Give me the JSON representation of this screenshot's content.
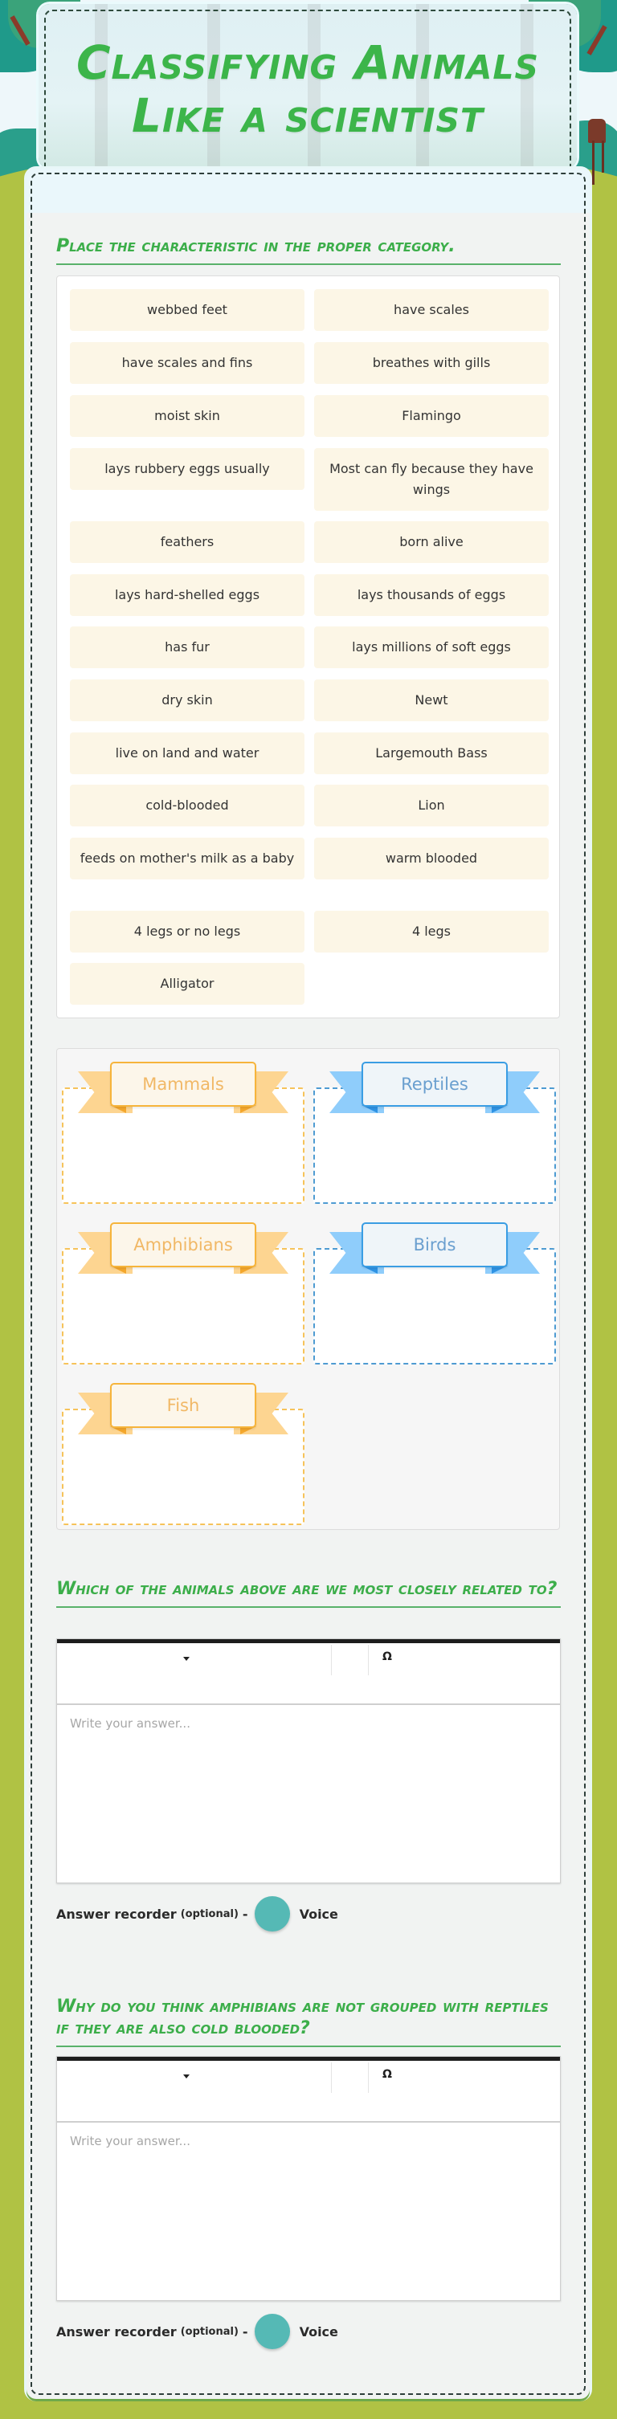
{
  "header": {
    "title_line1": "Classifying Animals",
    "title_line2": "Like a scientist"
  },
  "section_sort": {
    "heading": "Place the characteristic in the proper category.",
    "items": [
      {
        "label": "webbed feet"
      },
      {
        "label": "have scales"
      },
      {
        "label": "have scales and fins"
      },
      {
        "label": "breathes with gills"
      },
      {
        "label": "moist skin"
      },
      {
        "label": "Flamingo"
      },
      {
        "label": "lays rubbery eggs usually"
      },
      {
        "label": "Most can fly because they have wings"
      },
      {
        "label": "feathers"
      },
      {
        "label": "born alive"
      },
      {
        "label": "lays hard-shelled eggs"
      },
      {
        "label": "lays thousands of eggs"
      },
      {
        "label": "has fur"
      },
      {
        "label": "lays millions of soft eggs"
      },
      {
        "label": "dry skin"
      },
      {
        "label": "Newt"
      },
      {
        "label": "live on land and water"
      },
      {
        "label": "Largemouth Bass"
      },
      {
        "label": "cold-blooded"
      },
      {
        "label": "Lion"
      },
      {
        "label": "feeds on mother's milk as a baby"
      },
      {
        "label": "warm blooded"
      },
      {
        "label": "4 legs or no legs"
      },
      {
        "label": "4 legs"
      },
      {
        "label": "Alligator"
      }
    ],
    "categories": [
      {
        "label": "Mammals",
        "color": "orange"
      },
      {
        "label": "Reptiles",
        "color": "blue"
      },
      {
        "label": "Amphibians",
        "color": "orange"
      },
      {
        "label": "Birds",
        "color": "blue"
      },
      {
        "label": "Fish",
        "color": "orange"
      }
    ]
  },
  "questions": [
    {
      "heading": "Which of the animals above are we most closely related to?",
      "toolbar": {
        "dropdown_icon": "caret-down",
        "special_char_label": "Ω"
      },
      "answer_placeholder": "Write your answer...",
      "recorder": {
        "label": "Answer recorder",
        "optional": "(optional)",
        "dash": "-",
        "voice_label": "Voice"
      }
    },
    {
      "heading": "Why do you think amphibians are not grouped with reptiles if they are also cold blooded?",
      "toolbar": {
        "dropdown_icon": "caret-down",
        "special_char_label": "Ω"
      },
      "answer_placeholder": "Write your answer...",
      "recorder": {
        "label": "Answer recorder",
        "optional": "(optional)",
        "dash": "-",
        "voice_label": "Voice"
      }
    }
  ],
  "colors": {
    "heading_green": "#3cae4a",
    "page_background": "#b0c244",
    "item_background": "#fcf6e6",
    "category_orange": "#f6b43b",
    "category_blue": "#3a9de3",
    "voice_button": "#55b9b5"
  }
}
